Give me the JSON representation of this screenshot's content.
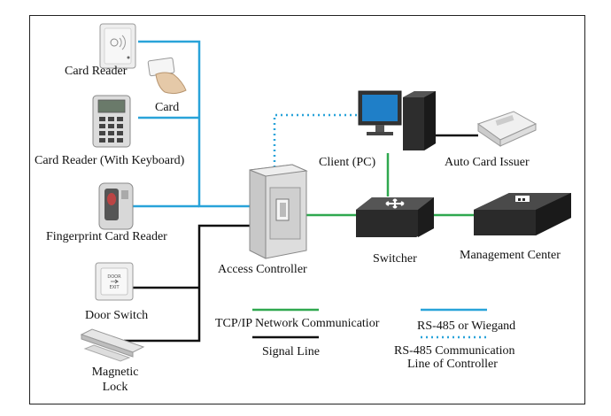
{
  "devices": {
    "card_reader": "Card Reader",
    "card": "Card",
    "card_reader_keyboard": "Card Reader (With Keyboard)",
    "fingerprint_reader": "Fingerprint Card Reader",
    "door_switch": "Door Switch",
    "magnetic_lock_line1": "Magnetic",
    "magnetic_lock_line2": "Lock",
    "access_controller": "Access Controller",
    "switcher": "Switcher",
    "client_pc": "Client (PC)",
    "auto_card_issuer": "Auto Card Issuer",
    "management_center": "Management Center",
    "door_plate_top": "DOOR",
    "door_plate_bottom": "EXIT"
  },
  "legend": {
    "tcpip": "TCP/IP Network Communicatior",
    "signal": "Signal Line",
    "rs485_wiegand": "RS-485 or Wiegand",
    "rs485_comm_line1": "RS-485 Communication",
    "rs485_comm_line2": "Line of Controller"
  },
  "colors": {
    "tcpip_line": "#2fa84f",
    "signal_line": "#111111",
    "rs485_line": "#29a3d9"
  }
}
